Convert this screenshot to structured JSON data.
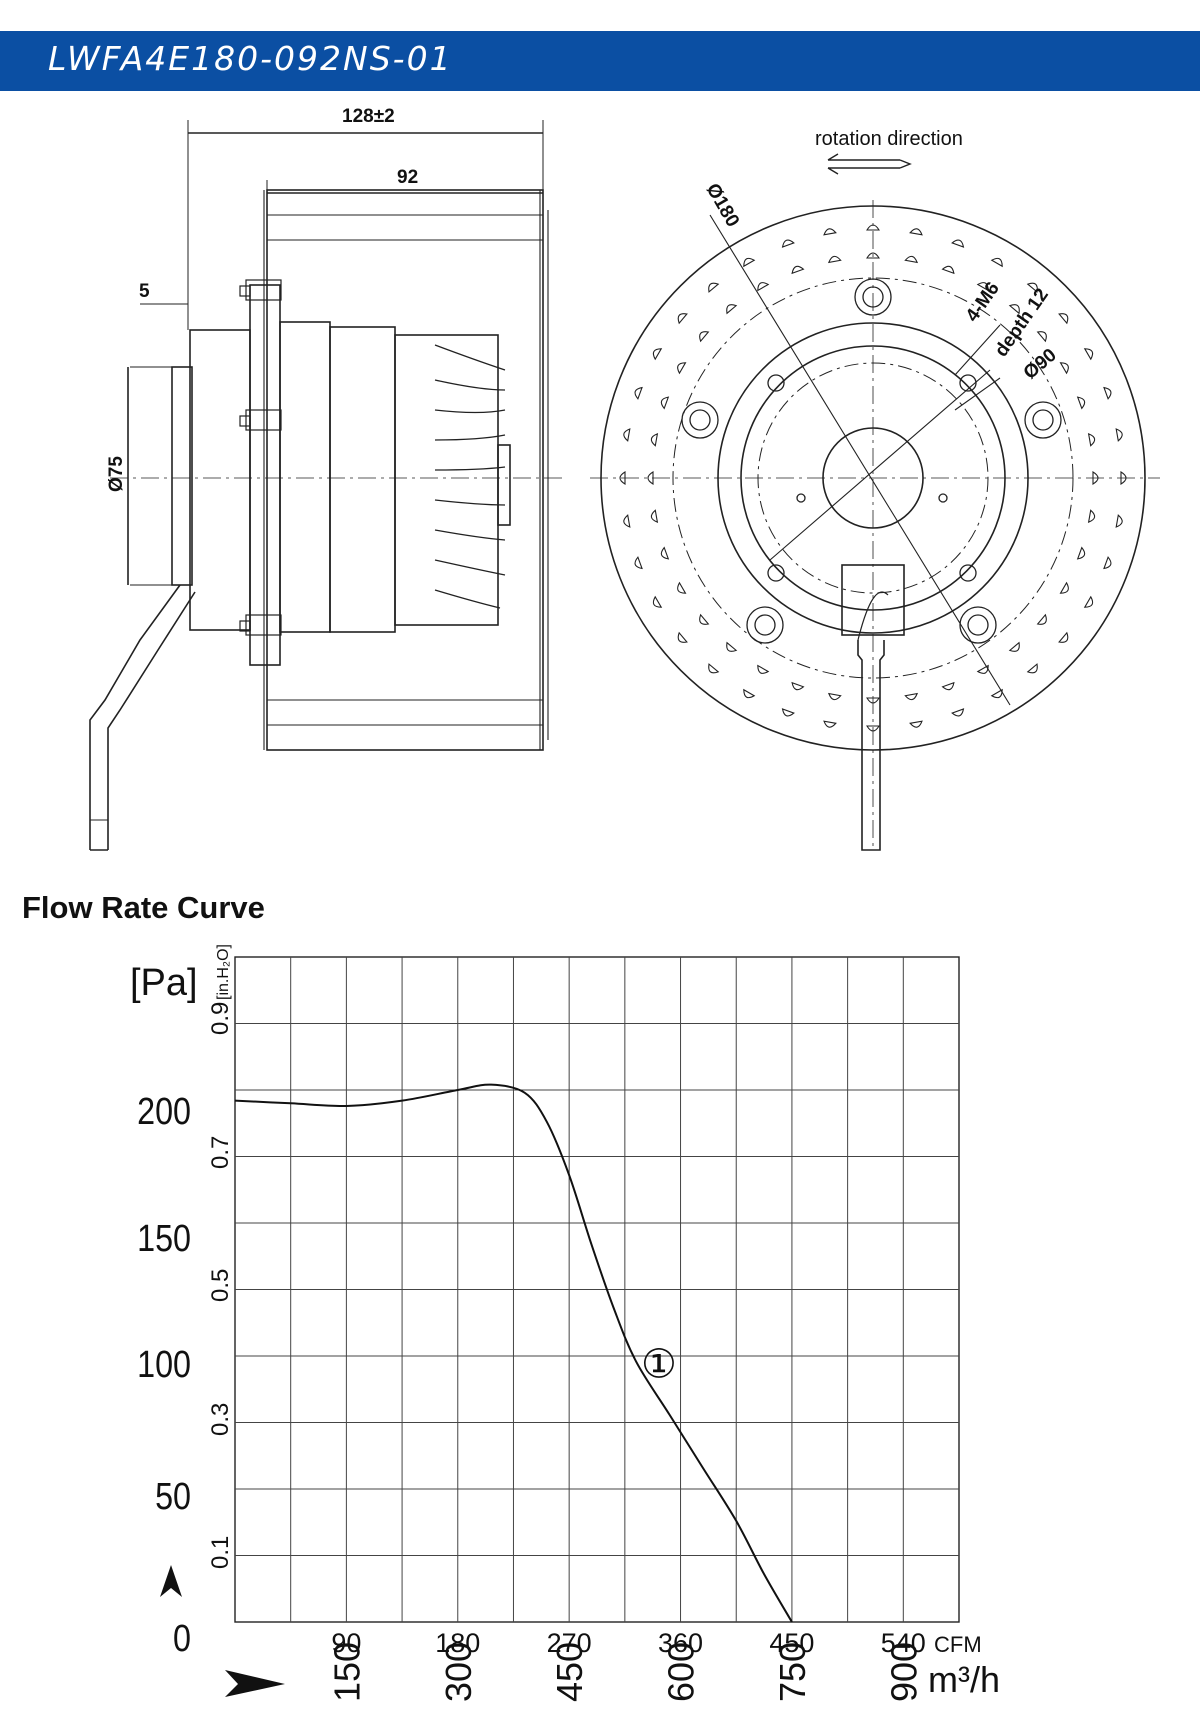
{
  "header": {
    "title": "LWFA4E180-092NS-01",
    "bar_color": "#0b4fa3"
  },
  "drawing": {
    "dim_total": "128±2",
    "dim_wheel": "92",
    "dim_offset": "5",
    "dim_shaft_dia": "Ø75",
    "rotation_label": "rotation direction",
    "dia_outer": "Ø180",
    "thread_label": "4-M6",
    "depth_label": "depth 12",
    "dia_bolt_circle": "Ø90"
  },
  "section": {
    "heading": "Flow Rate Curve"
  },
  "chart_data": {
    "type": "line",
    "title": "",
    "ylabel": "[Pa]",
    "ylabel_secondary": "[in.H₂O]",
    "xlabel_primary": "CFM",
    "xlabel_secondary": "m³/h",
    "ylim": [
      0,
      250
    ],
    "xlim": [
      0,
      650
    ],
    "y_ticks": [
      "0",
      "50",
      "100",
      "150",
      "200"
    ],
    "y_ticks_secondary": [
      "0.1",
      "0.3",
      "0.5",
      "0.7",
      "0.9"
    ],
    "x_ticks_cfm": [
      "90",
      "180",
      "270",
      "360",
      "450",
      "540"
    ],
    "x_ticks_m3h": [
      "150",
      "300",
      "450",
      "600",
      "750",
      "900"
    ],
    "grid": true,
    "series": [
      {
        "marker_label": "①",
        "x": [
          0,
          50,
          100,
          150,
          200,
          230,
          260,
          280,
          300,
          320,
          340,
          360,
          390,
          420,
          450,
          475,
          500
        ],
        "y": [
          196,
          195,
          194,
          196,
          200,
          202,
          199,
          188,
          168,
          142,
          118,
          98,
          78,
          58,
          38,
          18,
          0
        ]
      }
    ]
  }
}
